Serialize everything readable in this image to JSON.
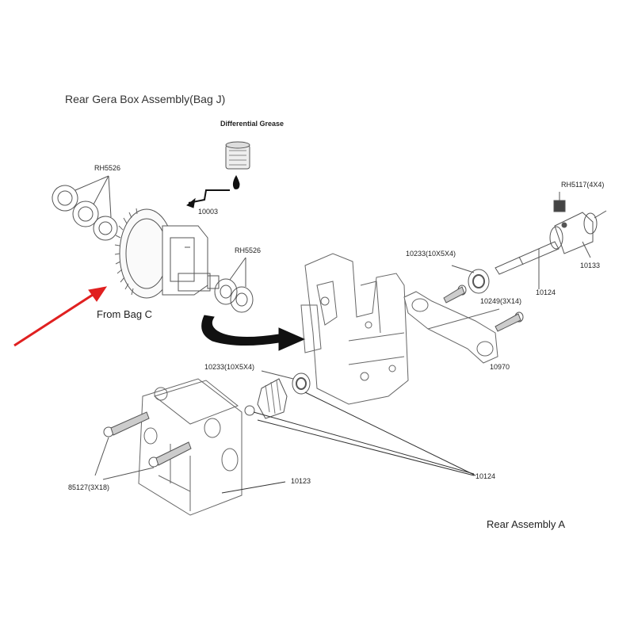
{
  "title": "Rear Gera Box Assembly(Bag J)",
  "grease_label": "Differential Grease",
  "from_bag_label": "From Bag C",
  "rear_assembly_label": "Rear Assembly A",
  "accent_color": "#e02020",
  "labels": {
    "rh5526_top": "RH5526",
    "p10003": "10003",
    "rh5526_right": "RH5526",
    "rh5117": "RH5117(4X4)",
    "p10233_top": "10233(10X5X4)",
    "p10133": "10133",
    "p10124_shaft": "10124",
    "p10249": "10249(3X14)",
    "p10970": "10970",
    "p10233_mid": "10233(10X5X4)",
    "p85127": "85127(3X18)",
    "p10123": "10123",
    "p10124_pinion": "10124"
  }
}
